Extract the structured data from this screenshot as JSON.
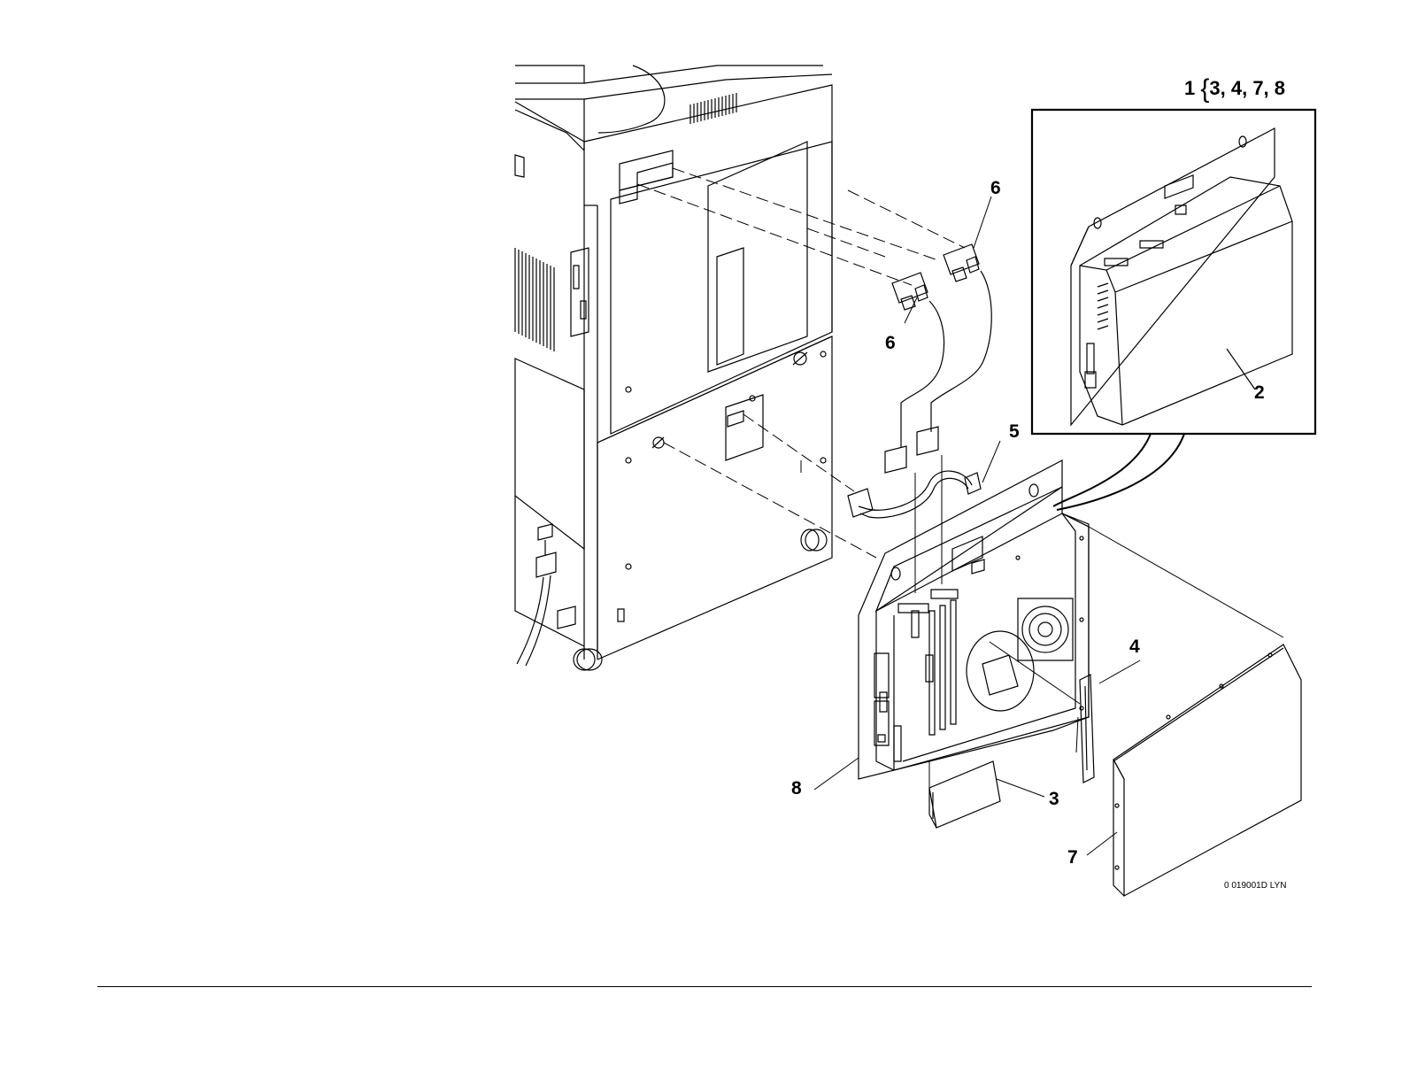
{
  "header": {
    "parent_item": "1",
    "child_items": "3, 4, 7, 8"
  },
  "callouts": {
    "c2": "2",
    "c3": "3",
    "c4": "4",
    "c5": "5",
    "c6_left": "6",
    "c6_right": "6",
    "c7": "7",
    "c8": "8"
  },
  "figure_id": "0 019001D LYN",
  "colors": {
    "line": "#000000",
    "background": "#ffffff"
  }
}
